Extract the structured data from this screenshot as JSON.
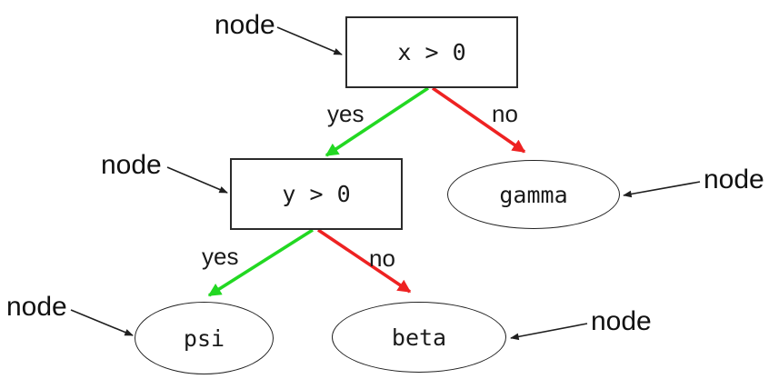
{
  "diagram": {
    "type": "decision-tree",
    "nodes": [
      {
        "id": "root",
        "shape": "rectangle",
        "label": "x > 0"
      },
      {
        "id": "y",
        "shape": "rectangle",
        "label": "y > 0"
      },
      {
        "id": "gamma",
        "shape": "ellipse",
        "label": "gamma"
      },
      {
        "id": "psi",
        "shape": "ellipse",
        "label": "psi"
      },
      {
        "id": "beta",
        "shape": "ellipse",
        "label": "beta"
      }
    ],
    "edges": [
      {
        "from": "x > 0",
        "to": "y > 0",
        "label": "yes",
        "color": "#22d822"
      },
      {
        "from": "x > 0",
        "to": "gamma",
        "label": "no",
        "color": "#ee2222"
      },
      {
        "from": "y > 0",
        "to": "psi",
        "label": "yes",
        "color": "#22d822"
      },
      {
        "from": "y > 0",
        "to": "beta",
        "label": "no",
        "color": "#ee2222"
      }
    ],
    "annotations": [
      {
        "label": "node",
        "points_to": "x > 0"
      },
      {
        "label": "node",
        "points_to": "y > 0"
      },
      {
        "label": "node",
        "points_to": "gamma"
      },
      {
        "label": "node",
        "points_to": "psi"
      },
      {
        "label": "node",
        "points_to": "beta"
      }
    ]
  },
  "colors": {
    "yes_edge": "#22d822",
    "no_edge": "#ee2222",
    "line": "#1f1f1f",
    "text": "#1a1a1a",
    "background": "#ffffff"
  }
}
